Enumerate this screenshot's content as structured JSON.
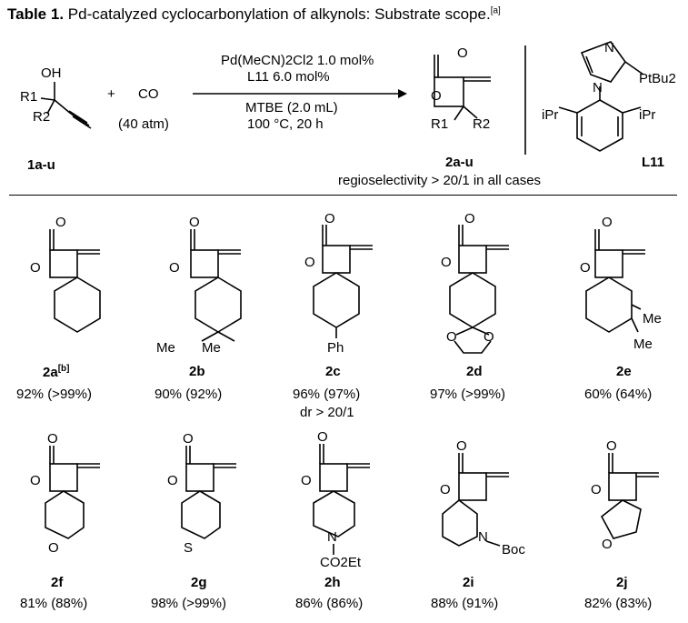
{
  "title": {
    "bold": "Table 1.",
    "text": " Pd-catalyzed cyclocarbonylation of alkynols: Substrate scope.",
    "note": "[a]"
  },
  "scheme": {
    "reactant_label": "1a-u",
    "plus": "+",
    "co": "CO",
    "co_pressure": "(40 atm)",
    "catalyst": "Pd(MeCN)2Cl2 1.0 mol%",
    "ligand_line": "L11 6.0 mol%",
    "solvent": "MTBE (2.0 mL)",
    "conditions": "100 °C, 20 h",
    "product_label": "2a-u",
    "regio": "regioselectivity > 20/1 in all cases",
    "ligand_label": "L11",
    "oh": "OH",
    "r1": "R1",
    "r2": "R2"
  },
  "products": [
    {
      "label": "2a",
      "note": "[b]",
      "yield": "92% (>99%)"
    },
    {
      "label": "2b",
      "yield": "90% (92%)"
    },
    {
      "label": "2c",
      "yield": "96% (97%)",
      "extra": "dr > 20/1"
    },
    {
      "label": "2d",
      "yield": "97% (>99%)"
    },
    {
      "label": "2e",
      "yield": "60% (64%)"
    },
    {
      "label": "2f",
      "yield": "81% (88%)"
    },
    {
      "label": "2g",
      "yield": "98% (>99%)"
    },
    {
      "label": "2h",
      "yield": "86% (86%)"
    },
    {
      "label": "2i",
      "yield": "88% (91%)"
    },
    {
      "label": "2j",
      "yield": "82% (83%)"
    }
  ],
  "atoms": {
    "o": "O",
    "s": "S",
    "n": "N",
    "me": "Me",
    "ph": "Ph",
    "co2et": "CO2Et",
    "boc": "Boc",
    "ptbu2": "PtBu2",
    "ipr": "iPr"
  }
}
